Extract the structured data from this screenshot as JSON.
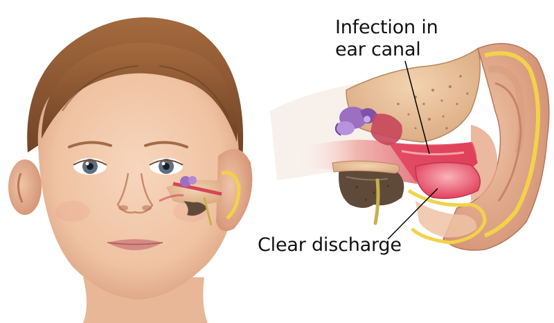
{
  "diagram": {
    "labels": {
      "infection_line1": "Infection in",
      "infection_line2": "ear canal",
      "discharge": "Clear discharge"
    },
    "colors": {
      "skin": "#f1c7a8",
      "skin_shadow": "#d99c7e",
      "hair": "#8a5632",
      "hair_dark": "#5e3a20",
      "iris": "#5c6f80",
      "cartilage_yellow": "#f2d24a",
      "bone_tan": "#e6bc92",
      "inflamed_red": "#e0405a",
      "inflamed_pink": "#f39aa3",
      "inner_ear_purple": "#9b6fc2",
      "nerve_yellow": "#c8b04c"
    }
  }
}
